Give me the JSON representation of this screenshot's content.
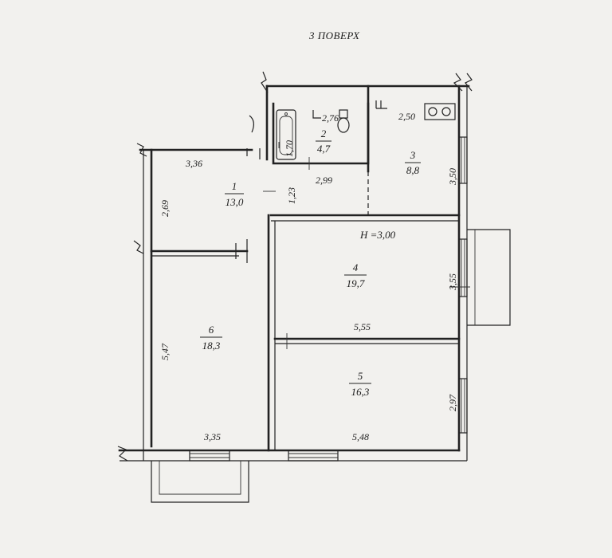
{
  "plan": {
    "title": "3 ПОВЕРХ",
    "height_note": "H =3,00"
  },
  "rooms": [
    {
      "id": "1",
      "area": "13,0"
    },
    {
      "id": "2",
      "area": "4,7"
    },
    {
      "id": "3",
      "area": "8,8"
    },
    {
      "id": "4",
      "area": "19,7"
    },
    {
      "id": "5",
      "area": "16,3"
    },
    {
      "id": "6",
      "area": "18,3"
    }
  ],
  "dimensions": {
    "d336": "3,36",
    "d269": "2,69",
    "d123": "1,23",
    "d170": "1,70",
    "d276": "2,76",
    "d299": "2,99",
    "d250": "2,50",
    "d350": "3,50",
    "d355": "3,55",
    "d555": "5,55",
    "d547": "5,47",
    "d335": "3,35",
    "d548": "5,48",
    "d297": "2,97"
  }
}
